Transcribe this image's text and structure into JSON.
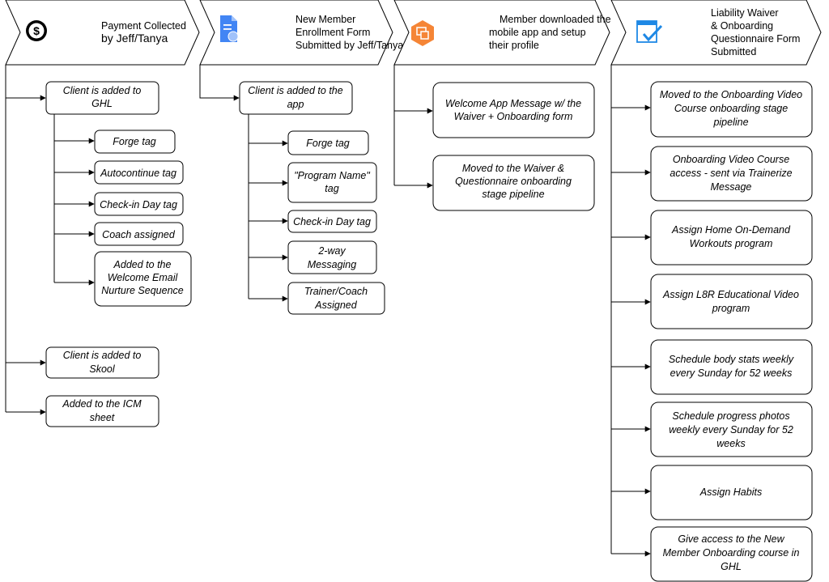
{
  "steps": [
    {
      "icon": "dollar-circle-icon",
      "lines": [
        "Payment Collected",
        "by Jeff/Tanya"
      ]
    },
    {
      "icon": "google-forms-icon",
      "lines": [
        "New Member",
        "Enrollment  Form",
        "Submitted by Jeff/Tanya"
      ]
    },
    {
      "icon": "mobile-app-icon",
      "lines": [
        "Member downloaded the",
        "mobile app and setup",
        "their profile"
      ]
    },
    {
      "icon": "form-checkmark-icon",
      "lines": [
        "Liability Waiver",
        "& Onboarding",
        "Questionnaire Form",
        "Submitted"
      ]
    }
  ],
  "columns": [
    {
      "boxes": [
        {
          "lines": [
            "Client is added to",
            "GHL"
          ],
          "children": [
            {
              "lines": [
                "Forge tag"
              ]
            },
            {
              "lines": [
                "Autocontinue tag"
              ]
            },
            {
              "lines": [
                "Check-in Day tag"
              ]
            },
            {
              "lines": [
                "Coach assigned"
              ]
            },
            {
              "lines": [
                "Added to the",
                "Welcome Email",
                "Nurture Sequence"
              ]
            }
          ]
        },
        {
          "lines": [
            "Client is added to",
            "Skool"
          ]
        },
        {
          "lines": [
            "Added to the ICM",
            "sheet"
          ]
        }
      ]
    },
    {
      "boxes": [
        {
          "lines": [
            "Client is added to the",
            "app"
          ],
          "children": [
            {
              "lines": [
                "Forge tag"
              ]
            },
            {
              "lines": [
                "\"Program Name\"",
                "tag"
              ]
            },
            {
              "lines": [
                "Check-in Day tag"
              ]
            },
            {
              "lines": [
                "2-way",
                "Messaging"
              ]
            },
            {
              "lines": [
                "Trainer/Coach",
                "Assigned"
              ]
            }
          ]
        }
      ]
    },
    {
      "boxes": [
        {
          "lines": [
            "Welcome App Message w/ the",
            "Waiver + Onboarding form"
          ]
        },
        {
          "lines": [
            "Moved to the Waiver &",
            "Questionnaire onboarding",
            "stage pipeline"
          ]
        }
      ]
    },
    {
      "boxes": [
        {
          "lines": [
            "Moved to the Onboarding Video",
            "Course onboarding stage",
            "pipeline"
          ]
        },
        {
          "lines": [
            "Onboarding Video Course",
            "access - sent via Trainerize",
            "Message"
          ]
        },
        {
          "lines": [
            "Assign Home On-Demand",
            "Workouts program"
          ]
        },
        {
          "lines": [
            "Assign L8R Educational Video",
            "program"
          ]
        },
        {
          "lines": [
            "Schedule body stats weekly",
            "every Sunday for 52 weeks"
          ]
        },
        {
          "lines": [
            "Schedule progress photos",
            "weekly every Sunday for 52",
            "weeks"
          ]
        },
        {
          "lines": [
            "Assign Habits"
          ]
        },
        {
          "lines": [
            "Give access to the New",
            "Member Onboarding course in",
            "GHL"
          ]
        }
      ]
    }
  ],
  "colors": {
    "line": "#000000",
    "dollar_icon": "#000000",
    "forms_blue": "#4285f4",
    "forms_light": "#a1c2fa",
    "app_orange": "#f58536",
    "check_blue": "#1e88e5"
  }
}
